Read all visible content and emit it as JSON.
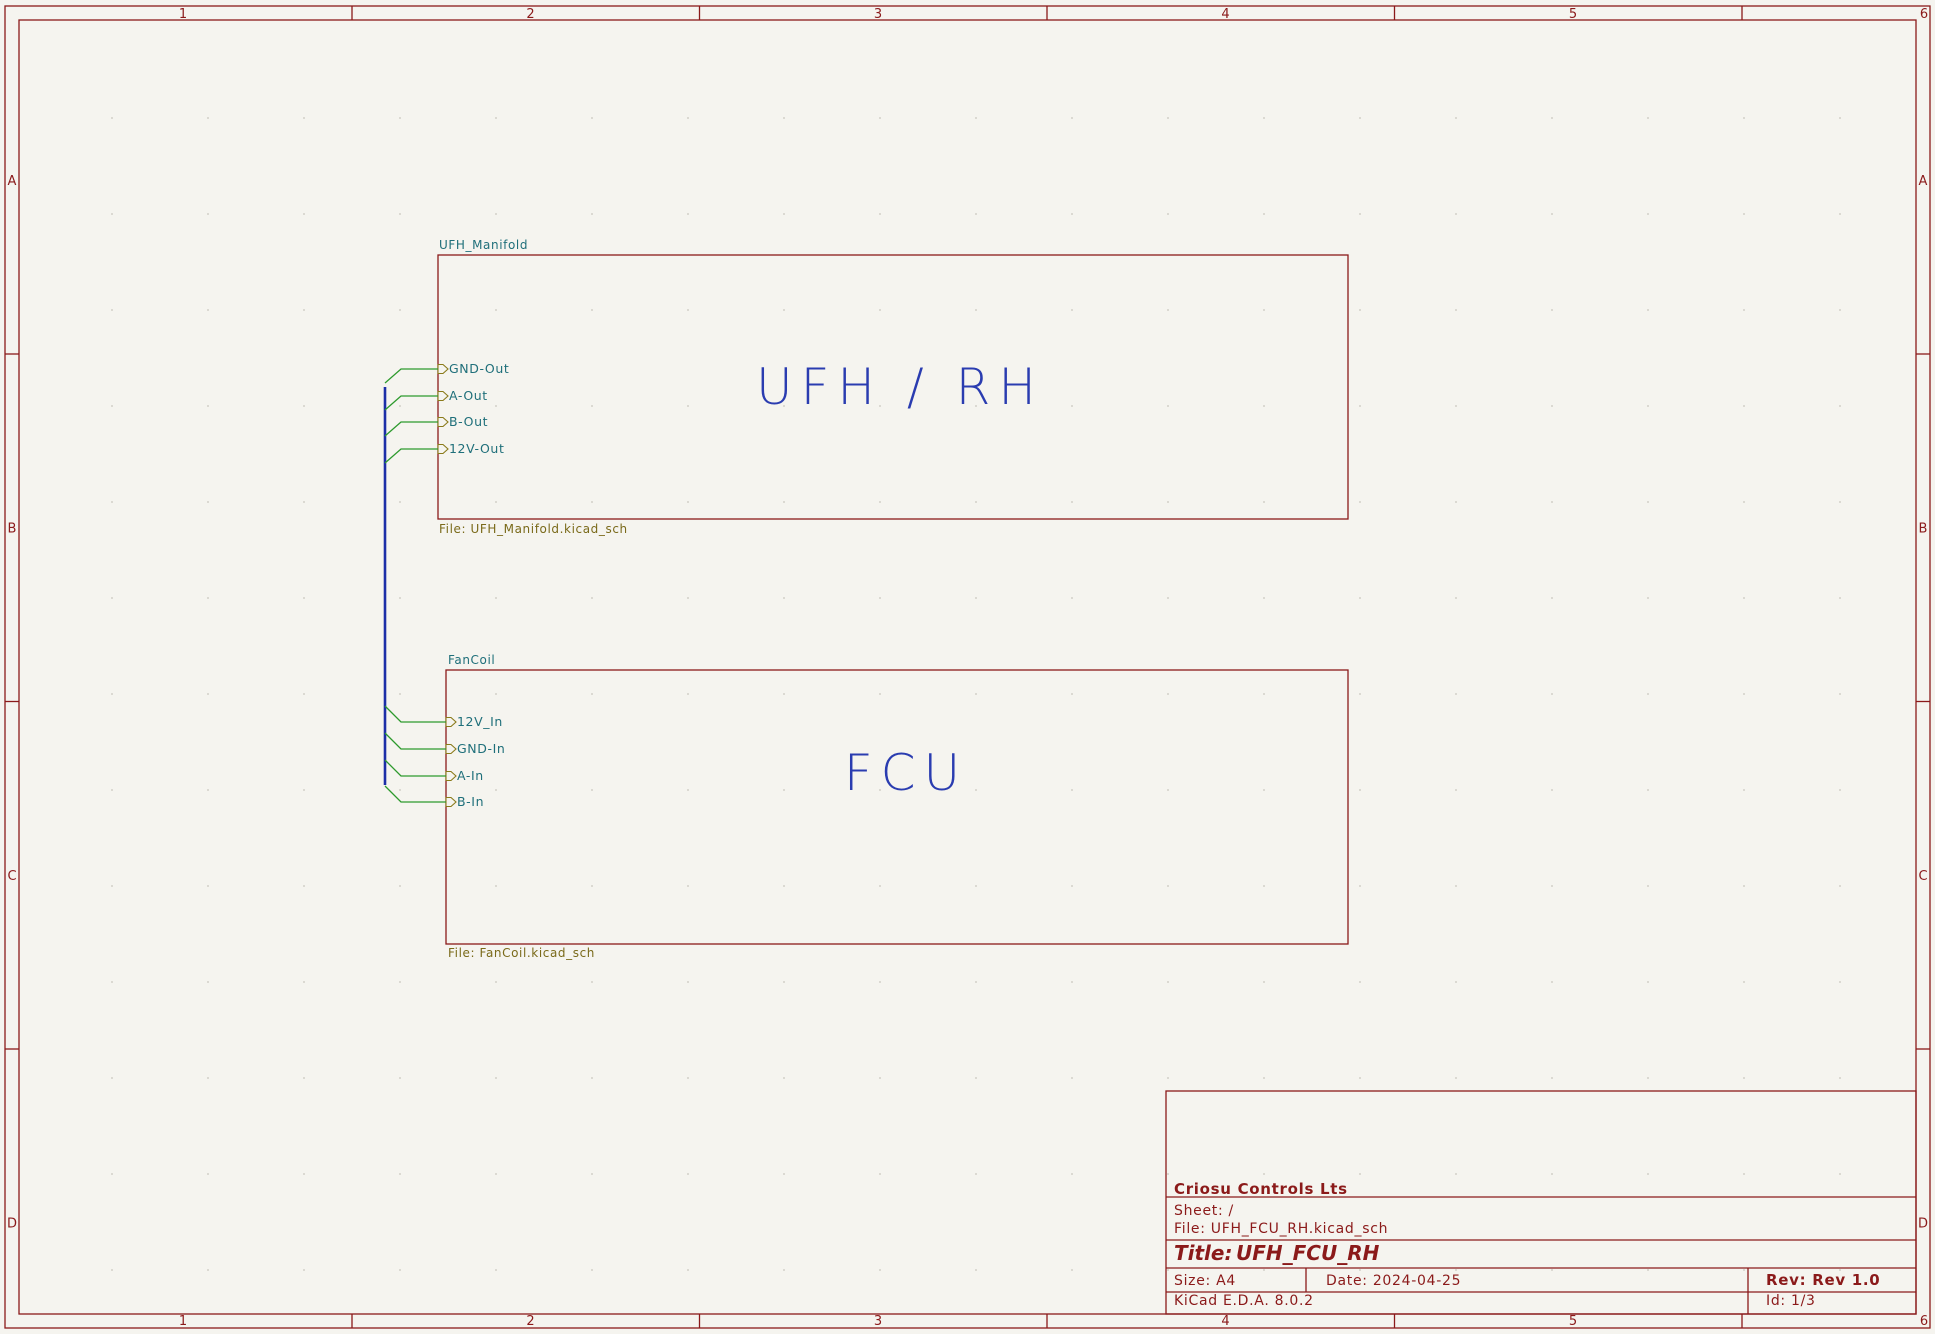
{
  "frame": {
    "column_labels": [
      "1",
      "2",
      "3",
      "4",
      "5",
      "6"
    ],
    "row_labels": [
      "A",
      "B",
      "C",
      "D"
    ]
  },
  "sheets": [
    {
      "name": "UFH_Manifold",
      "file": "File: UFH_Manifold.kicad_sch",
      "text": "UFH / RH",
      "pins": [
        "GND-Out",
        "A-Out",
        "B-Out",
        "12V-Out"
      ]
    },
    {
      "name": "FanCoil",
      "file": "File: FanCoil.kicad_sch",
      "text": "FCU",
      "pins": [
        "12V_In",
        "GND-In",
        "A-In",
        "B-In"
      ]
    }
  ],
  "title_block": {
    "company": "Criosu Controls Lts",
    "sheet": "Sheet: /",
    "file": "File: UFH_FCU_RH.kicad_sch",
    "title_label": "Title:",
    "title_value": "UFH_FCU_RH",
    "size": "Size: A4",
    "date": "Date: 2024-04-25",
    "rev": "Rev: Rev 1.0",
    "tool": "KiCad E.D.A. 8.0.2",
    "id": "Id: 1/3"
  },
  "colors": {
    "frame": "#8b1a1a",
    "wire": "#2d9a2d",
    "bus": "#1c2ea8",
    "sheet_text": "#2a3cb0",
    "background": "#f5f4ef"
  }
}
